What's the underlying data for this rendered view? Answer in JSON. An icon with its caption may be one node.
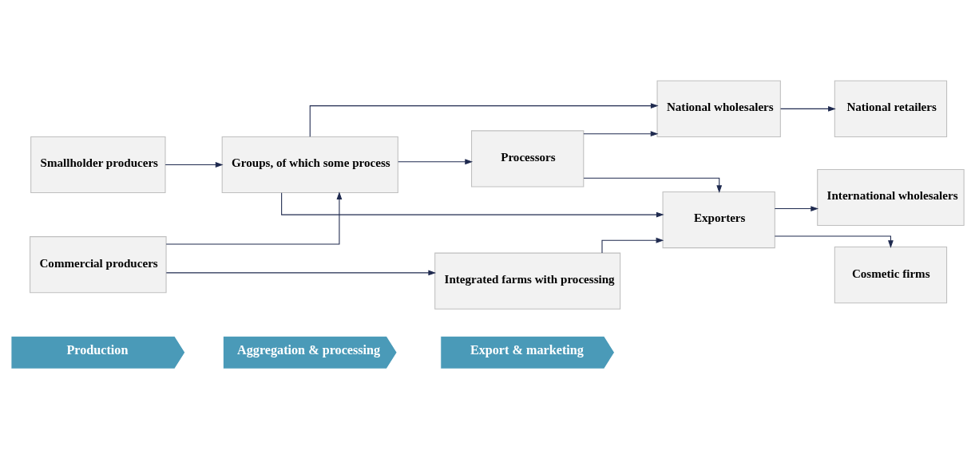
{
  "diagram": {
    "nodes": [
      {
        "text": [
          "Production"
        ]
      },
      {
        "text": [
          "Aggregation & processing"
        ]
      },
      {
        "text": [
          "Export & marketing"
        ]
      },
      {
        "text": [
          "Smallholder producers"
        ]
      },
      {
        "text": [
          "Groups, of which some process"
        ]
      },
      {
        "text": [
          "National wholesalers"
        ]
      },
      {
        "text": [
          "National retailers"
        ]
      },
      {
        "text": [
          "Commercial producers"
        ]
      },
      {
        "text": [
          "Processors"
        ]
      },
      {
        "text": [
          "International wholesalers"
        ]
      },
      {
        "text": [
          "Integrated farms with processing"
        ]
      },
      {
        "text": [
          "Exporters"
        ]
      },
      {
        "text": [
          "Cosmetic firms"
        ]
      }
    ],
    "edges": [
      {
        "from": 3,
        "to": 4,
        "arrow": "to"
      },
      {
        "from": 7,
        "to": 4,
        "arrow": "to"
      },
      {
        "from": 7,
        "to": 10,
        "arrow": "to"
      },
      {
        "from": 4,
        "to": 5,
        "arrow": "to"
      },
      {
        "from": 4,
        "to": 11,
        "arrow": "to"
      },
      {
        "from": 4,
        "to": 8,
        "arrow": "to"
      },
      {
        "from": 8,
        "to": 5,
        "arrow": "to"
      },
      {
        "from": 8,
        "to": 11,
        "arrow": "to"
      },
      {
        "from": 10,
        "to": 11,
        "arrow": "to"
      },
      {
        "from": 5,
        "to": 6,
        "arrow": "to"
      },
      {
        "from": 11,
        "to": 9,
        "arrow": "to"
      },
      {
        "from": 11,
        "to": 12,
        "arrow": "to"
      }
    ]
  }
}
